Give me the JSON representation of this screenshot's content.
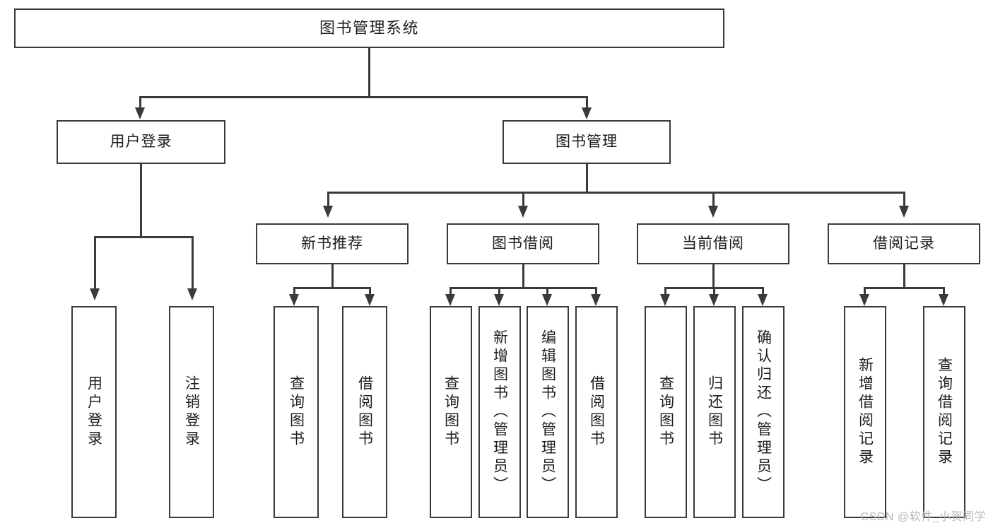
{
  "diagram": {
    "title": "图书管理系统",
    "type": "tree-hierarchy-diagram",
    "root": {
      "label": "图书管理系统"
    },
    "level2": [
      {
        "label": "用户登录"
      },
      {
        "label": "图书管理"
      }
    ],
    "level3": [
      {
        "label": "新书推荐"
      },
      {
        "label": "图书借阅"
      },
      {
        "label": "当前借阅"
      },
      {
        "label": "借阅记录"
      }
    ],
    "leaves": {
      "user_login": [
        {
          "label": "用户登录"
        },
        {
          "label": "注销登录"
        }
      ],
      "new_book_recommend": [
        {
          "label": "查询图书"
        },
        {
          "label": "借阅图书"
        }
      ],
      "book_borrow": [
        {
          "label": "查询图书"
        },
        {
          "label": "新增图书（管理员）"
        },
        {
          "label": "编辑图书（管理员）"
        },
        {
          "label": "借阅图书"
        }
      ],
      "current_borrow": [
        {
          "label": "查询图书"
        },
        {
          "label": "归还图书"
        },
        {
          "label": "确认归还（管理员）"
        }
      ],
      "borrow_record": [
        {
          "label": "新增借阅记录"
        },
        {
          "label": "查询借阅记录"
        }
      ]
    }
  },
  "watermark": {
    "text": "CSDN @软件_小贺同学"
  },
  "colors": {
    "stroke": "#3a3a3a",
    "text": "#1d1d1d",
    "background": "#ffffff",
    "watermark": "#b9b9b9"
  }
}
